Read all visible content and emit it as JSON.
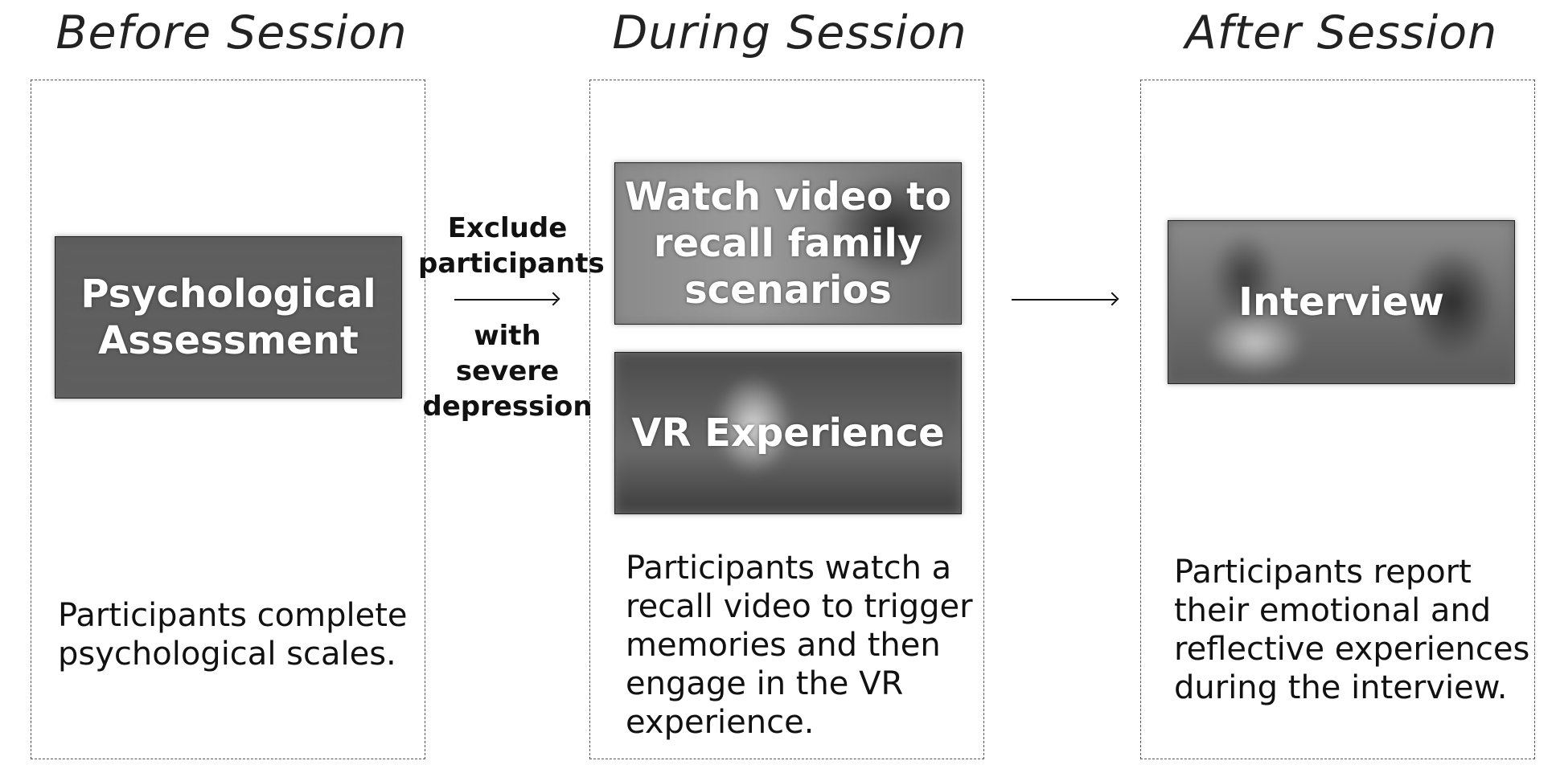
{
  "stages": {
    "before": {
      "title": "Before Session",
      "image_label": [
        "Psychological",
        "Assessment"
      ],
      "description": [
        "Participants complete",
        "psychological scales."
      ]
    },
    "during": {
      "title": "During Session",
      "image1_label": [
        "Watch video to",
        "recall family",
        "scenarios"
      ],
      "image2_label": [
        "VR Experience"
      ],
      "description": [
        "Participants watch a",
        "recall video to trigger",
        "memories and then",
        "engage in the VR",
        "experience."
      ]
    },
    "after": {
      "title": "After Session",
      "image_label": [
        "Interview"
      ],
      "description": [
        "Participants report",
        "their emotional and",
        "reflective experiences",
        "during the interview."
      ]
    }
  },
  "exclusion": {
    "above": [
      "Exclude",
      "participants"
    ],
    "below": [
      "with severe",
      "depression"
    ]
  }
}
